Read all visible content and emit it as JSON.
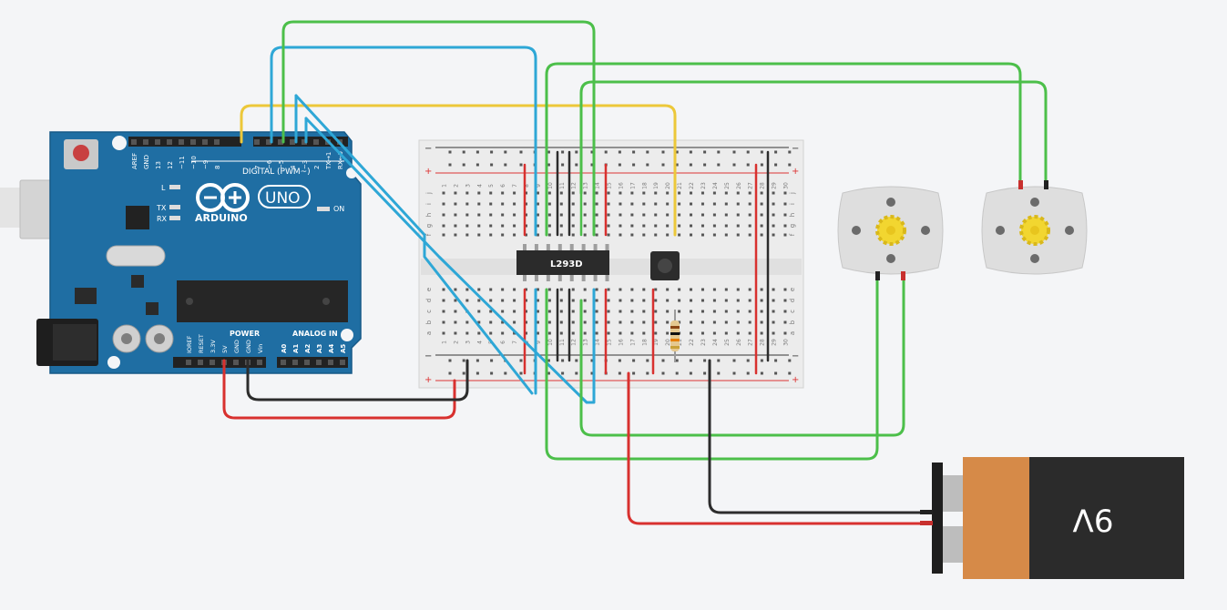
{
  "arduino": {
    "brand": "ARDUINO",
    "model": "UNO",
    "digital_header": "DIGITAL (PWM~)",
    "power_header": "POWER",
    "analog_header": "ANALOG IN",
    "on_label": "ON",
    "led_labels": [
      "L",
      "TX",
      "RX"
    ],
    "digital_pins": [
      "AREF",
      "GND",
      "13",
      "12",
      "~11",
      "~10",
      "~9",
      "8",
      "7",
      "~6",
      "~5",
      "4",
      "~3",
      "2",
      "TX→1",
      "RX←0"
    ],
    "power_pins": [
      "IOREF",
      "RESET",
      "3.3V",
      "5V",
      "GND",
      "GND",
      "Vin"
    ],
    "analog_pins": [
      "A0",
      "A1",
      "A2",
      "A3",
      "A4",
      "A5"
    ]
  },
  "breadboard": {
    "columns": [
      "1",
      "2",
      "3",
      "4",
      "5",
      "6",
      "7",
      "8",
      "9",
      "10",
      "11",
      "12",
      "13",
      "14",
      "15",
      "16",
      "17",
      "18",
      "19",
      "20",
      "21",
      "22",
      "23",
      "24",
      "25",
      "26",
      "27",
      "28",
      "29",
      "30"
    ],
    "rows_top": [
      "j",
      "i",
      "h",
      "g",
      "f"
    ],
    "rows_bottom": [
      "e",
      "d",
      "c",
      "b",
      "a"
    ],
    "rail_plus": "+",
    "rail_minus": "−"
  },
  "ic": {
    "label": "L293D"
  },
  "battery": {
    "label": "9V"
  },
  "colors": {
    "arduino_blue": "#1f6ea3",
    "wire_yellow": "#ecc83a",
    "wire_blue": "#2ea7d6",
    "wire_green": "#4cbf4a",
    "wire_red": "#d8312f",
    "wire_black": "#2c2c2c",
    "battery_orange": "#d68a48"
  }
}
